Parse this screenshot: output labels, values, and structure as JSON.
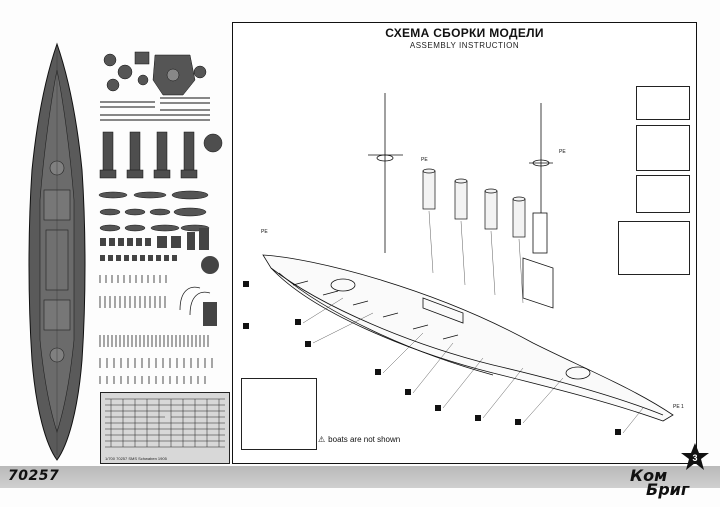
{
  "header": {
    "title_ru": "СХЕМА СБОРКИ МОДЕЛИ",
    "title_en": "ASSEMBLY INSTRUCTION"
  },
  "note": {
    "text": "boats are not shown",
    "icon": "warning-triangle-icon"
  },
  "footer": {
    "kit_number": "70257",
    "brand_line1": "Ком",
    "brand_line2": "Бриг",
    "brand_badge": "3"
  },
  "pe_fret": {
    "label": "1/700 70257 SMS Schwaben 1905"
  },
  "callout": {
    "pe": "PE",
    "pe_num": "PE 1"
  },
  "colors": {
    "hull": "#5a5a5a",
    "line": "#111111",
    "bar": "#c4c4c4"
  }
}
